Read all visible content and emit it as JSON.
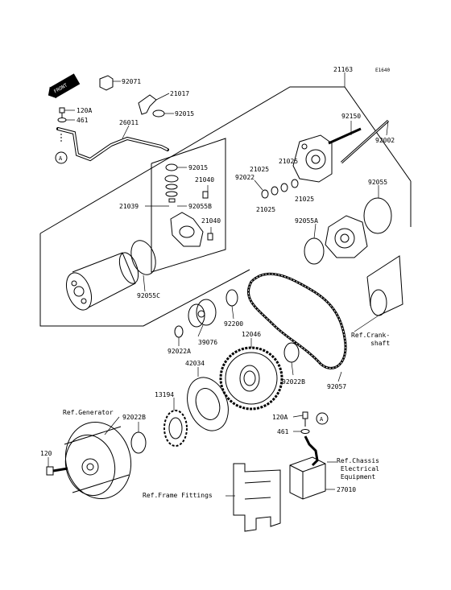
{
  "diagram_code": "E1640",
  "front_badge": "FRONT",
  "callout_mark": "A",
  "parts": {
    "p92071": "92071",
    "p21017": "21017",
    "p92015a": "92015",
    "p120A_top": "120A",
    "p461_top": "461",
    "p26011": "26011",
    "p21163": "21163",
    "p92150": "92150",
    "p92002": "92002",
    "p92015b": "92015",
    "p21040a": "21040",
    "p92055B": "92055B",
    "p21039": "21039",
    "p21040b": "21040",
    "p92022": "92022",
    "p21025a": "21025",
    "p21025b": "21025",
    "p21025c": "21025",
    "p21025d": "21025",
    "p92055": "92055",
    "p92055A": "92055A",
    "p92055C": "92055C",
    "p92200": "92200",
    "p12046": "12046",
    "p39076": "39076",
    "p92022A": "92022A",
    "p42034": "42034",
    "p92022B_right": "92022B",
    "p92057": "92057",
    "p13194": "13194",
    "p92022B_left": "92022B",
    "p120A_bottom": "120A",
    "p461_bottom": "461",
    "p120": "120",
    "p27010": "27010"
  },
  "refs": {
    "crankshaft": "Ref.Crank-\n     shaft",
    "generator": "Ref.Generator",
    "chassis": "Ref.Chassis\n Electrical\n Equipment",
    "frame": "Ref.Frame Fittings"
  }
}
